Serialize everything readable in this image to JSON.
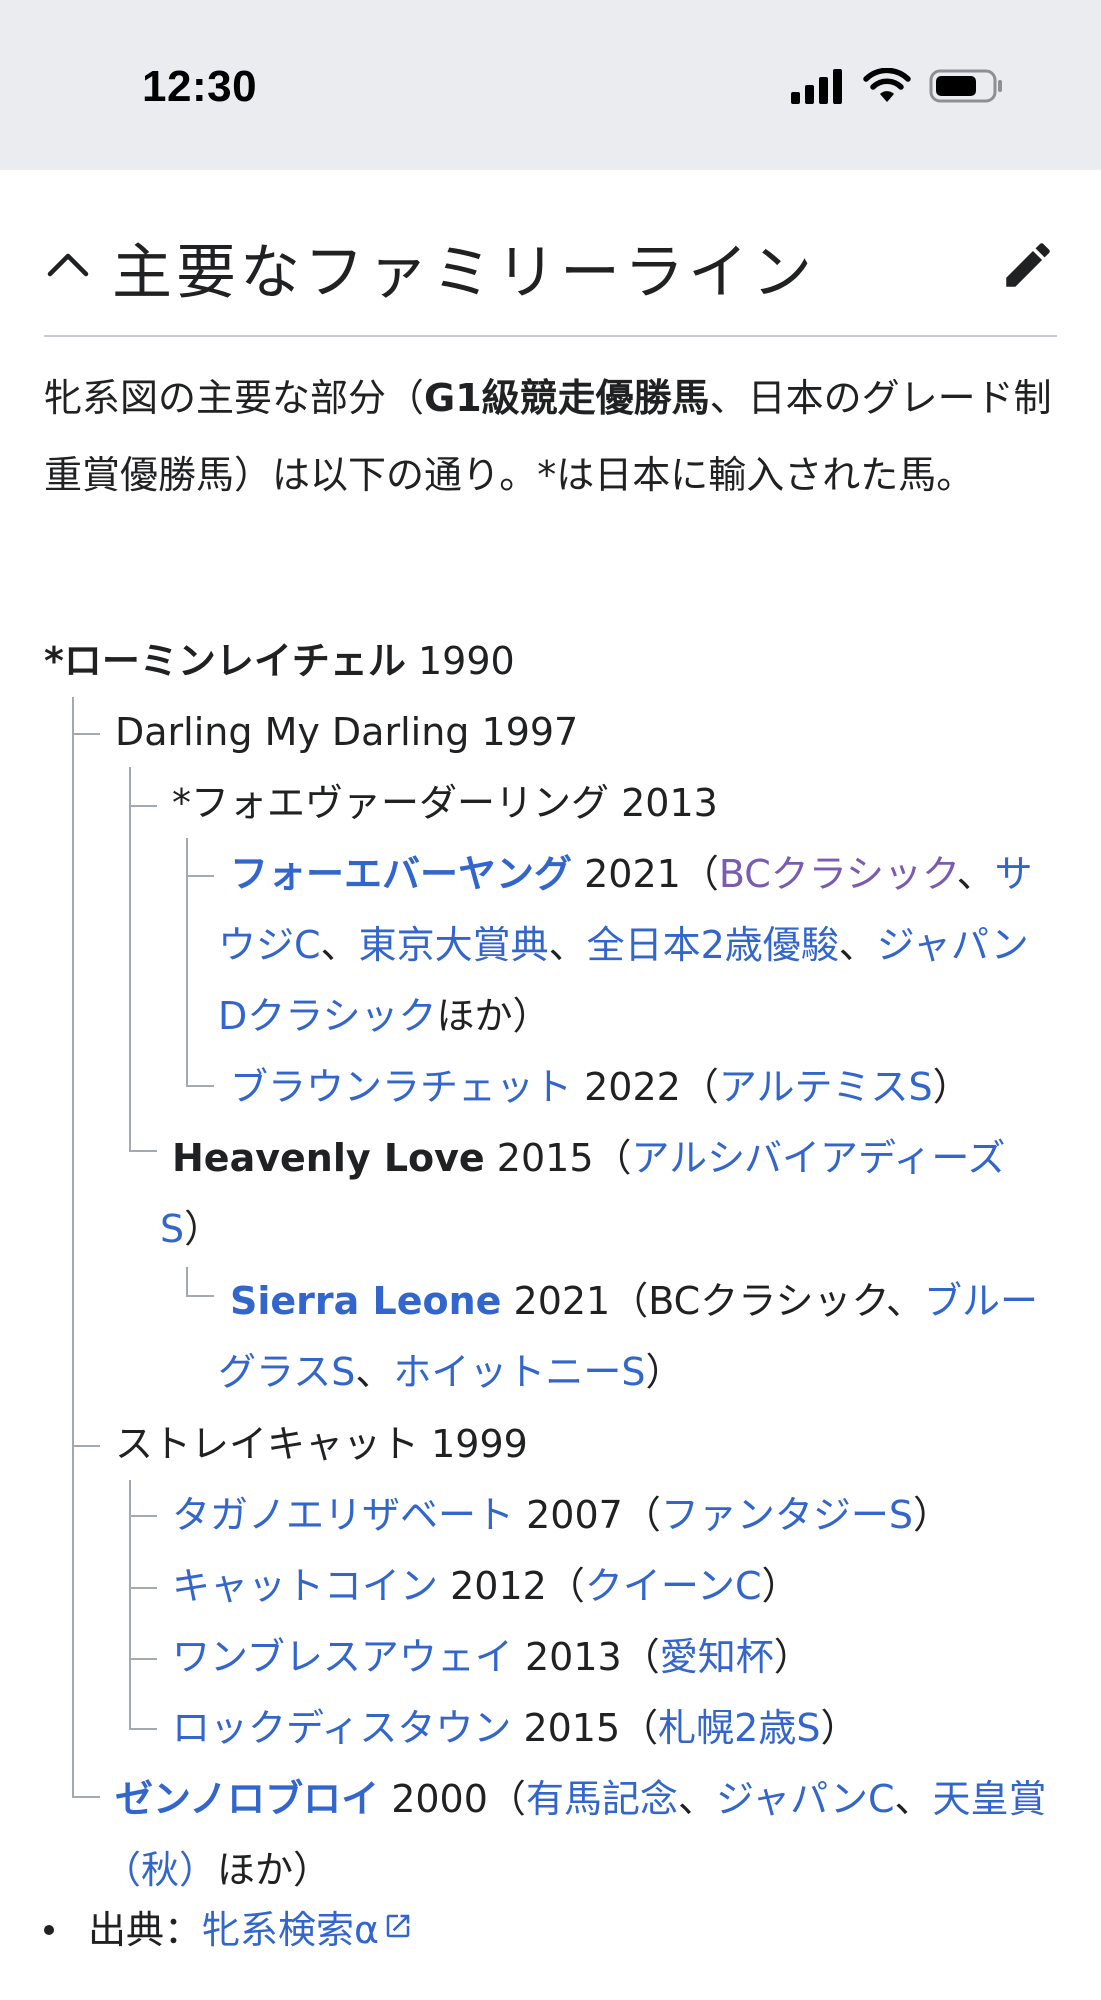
{
  "status": {
    "time": "12:30",
    "icons": [
      "signal-icon",
      "wifi-icon",
      "battery-icon"
    ]
  },
  "section": {
    "title": "主要なファミリーライン",
    "collapse_icon": "chevron-up-icon",
    "edit_icon": "pencil-icon"
  },
  "intro": {
    "t1": "牝系図の主要な部分（",
    "bold": "G1級競走優勝馬",
    "t2": "、日本のグレード制重賞優勝馬）は以下の通り。*は日本に輸入された馬。"
  },
  "tree": {
    "root": {
      "name": "*ローミンレイチェル",
      "year": "1990"
    },
    "n1": {
      "name": "Darling My Darling",
      "year": "1997"
    },
    "n1a": {
      "name": "*フォエヴァーダーリング",
      "year": "2013"
    },
    "n1a1": {
      "name": "フォーエバーヤング",
      "year": "2021",
      "open": "（",
      "r1": "BCクラシック",
      "s1": "、",
      "r2": "サウジC",
      "s2": "、",
      "r3": "東京大賞典",
      "s3": "、",
      "r4": "全日本2歳優駿",
      "s4": "、",
      "r5": "ジャパンDクラシック",
      "tail": "ほか）"
    },
    "n1a2": {
      "name": "ブラウンラチェット",
      "year": "2022",
      "open": "（",
      "r1": "アルテミスS",
      "close": "）"
    },
    "n1b": {
      "name": "Heavenly Love",
      "year": "2015",
      "open": "（",
      "r1": "アルシバイアディーズS",
      "close": "）"
    },
    "n1b1": {
      "name": "Sierra Leone",
      "year": "2021",
      "open": "（",
      "plain": "BCクラシック、",
      "r1": "ブルーグラスS",
      "s1": "、",
      "r2": "ホイットニーS",
      "close": "）"
    },
    "n2": {
      "name": "ストレイキャット",
      "year": "1999"
    },
    "n2a": {
      "name": "タガノエリザベート",
      "year": "2007",
      "open": "（",
      "r1": "ファンタジーS",
      "close": "）"
    },
    "n2b": {
      "name": "キャットコイン",
      "year": "2012",
      "open": "（",
      "r1": "クイーンC",
      "close": "）"
    },
    "n2c": {
      "name": "ワンブレスアウェイ",
      "year": "2013",
      "open": "（",
      "r1": "愛知杯",
      "close": "）"
    },
    "n2d": {
      "name": "ロックディスタウン",
      "year": "2015",
      "open": "（",
      "r1": "札幌2歳S",
      "close": "）"
    },
    "n3": {
      "name": "ゼンノロブロイ",
      "year": "2000",
      "open": "（",
      "r1": "有馬記念",
      "s1": "、",
      "r2": "ジャパンC",
      "s2": "、",
      "r3": "天皇賞（秋）",
      "tail": "ほか）"
    }
  },
  "source": {
    "label": "出典：",
    "link": "牝系検索α",
    "icon": "external-link-icon"
  },
  "colors": {
    "link": "#3366cc",
    "visited": "#795cb2",
    "tree_line": "#a2a9b1",
    "status_bg": "#eaecf0"
  }
}
